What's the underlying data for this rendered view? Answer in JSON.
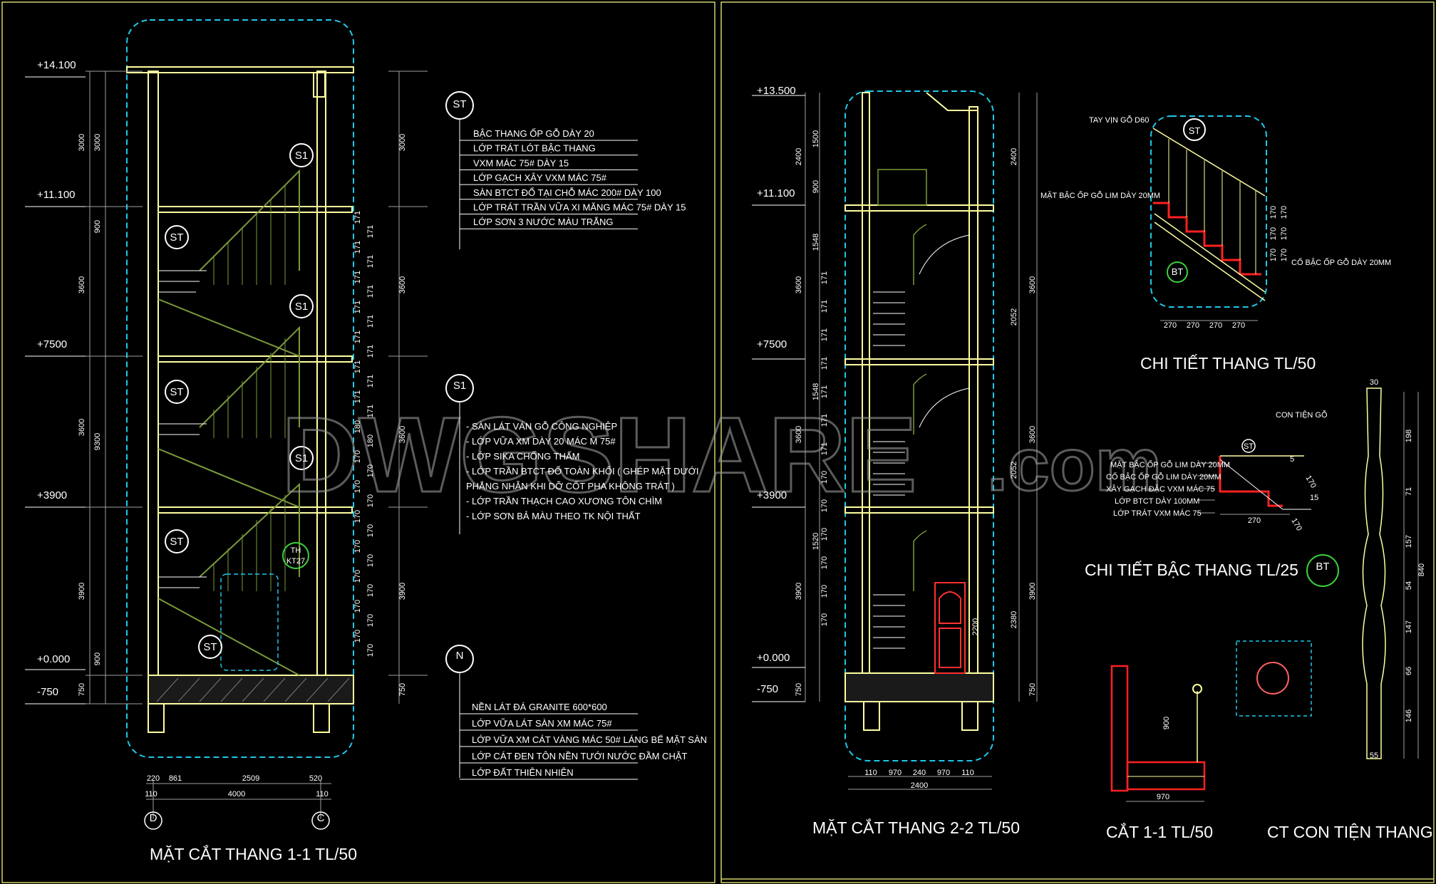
{
  "watermark": {
    "main": "DWGSHARE",
    "suffix": ".com"
  },
  "colors": {
    "background": "#000000",
    "frame": "#cfcf6a",
    "wall": "#ffffa0",
    "railing": "#7a9a3a",
    "cloud": "#20c8e8",
    "dimension": "#a0a0a0",
    "cut": "#ff2020",
    "text": "#ffffff"
  },
  "section1": {
    "title": "MẶT CẮT THANG 1-1 TL/50",
    "levels": [
      "+14.100",
      "+11.100",
      "+7500",
      "+3900",
      "+0.000",
      "-750"
    ],
    "left_dims": [
      "3000",
      "3000",
      "900",
      "3600",
      "3600",
      "9300",
      "3900",
      "900",
      "750"
    ],
    "right_dims": [
      "3000",
      "3600",
      "3600",
      "3900",
      "750"
    ],
    "bottom_dims_top": [
      "220",
      "861",
      "2509",
      "520"
    ],
    "bottom_dims_mid": [
      "110",
      "4000",
      "110"
    ],
    "axes": [
      "D",
      "C"
    ],
    "markers": [
      "ST",
      "S1",
      "ST",
      "S1",
      "ST",
      "S1",
      "ST",
      "N"
    ],
    "th_tag": [
      "TH",
      "KT27"
    ],
    "riser_col1": [
      "171",
      "171",
      "171",
      "171",
      "171",
      "171",
      "171",
      "180",
      "170",
      "170",
      "170",
      "170",
      "170",
      "170",
      "170"
    ],
    "riser_col2": [
      "171",
      "171",
      "171",
      "171",
      "171",
      "171",
      "171",
      "180",
      "170",
      "170",
      "170",
      "170",
      "170",
      "170",
      "170"
    ]
  },
  "notes": {
    "st_label": "ST",
    "st_items": [
      "BẬC THANG ỐP GỖ DÀY 20",
      "LỚP TRÁT LÓT BẬC THANG",
      "VXM MÁC 75# DÀY 15",
      "LỚP GẠCH XÂY VXM MÁC 75#",
      "SÀN BTCT ĐỔ TẠI CHỖ MÁC 200# DÀY 100",
      "LỚP TRÁT TRẦN VỮA XI MĂNG MÁC 75# DÀY 15",
      "LỚP SƠN 3 NƯỚC MÀU TRẮNG"
    ],
    "s1_label": "S1",
    "s1_items": [
      "- SÀN LÁT VÁN GỖ CÔNG NGHIỆP",
      "- LỚP VỮA XM DÀY 20 MÁC M 75#",
      "- LỚP SIKA CHỐNG THẤM",
      "- LỚP TRẦN BTCT ĐỔ TOÀN KHỐI ( GHÉP MẶT DƯỚI",
      "PHẲNG NHẴN KHI DỠ CỐT PHA KHÔNG TRÁT )",
      "- LỚP TRẦN THẠCH CAO XƯƠNG TÔN CHÌM",
      "- LỚP SƠN BẢ MÀU THEO TK NỘI THẤT"
    ],
    "n_label": "N",
    "n_items": [
      "NỀN LÁT ĐÁ GRANITE 600*600",
      "LỚP VỮA LÁT SÀN XM MÁC 75#",
      "LỚP VỮA XM CÁT VÀNG MÁC 50# LÁNG BỂ MẶT SÀN",
      "LỚP CÁT ĐEN TÔN NỀN TƯỚI NƯỚC ĐẦM CHẶT",
      "LỚP ĐẤT THIÊN NHIÊN"
    ]
  },
  "section2": {
    "title": "MẶT CẮT THANG 2-2 TL/50",
    "levels": [
      "+13.500",
      "+11.100",
      "+7500",
      "+3900",
      "+0.000",
      "-750"
    ],
    "left_dims": [
      "2400",
      "1500",
      "900",
      "1548",
      "3600",
      "1548",
      "3600",
      "1520",
      "3900",
      "750"
    ],
    "right_dims": [
      "2400",
      "3600",
      "2052",
      "3600",
      "2052",
      "2380",
      "3900",
      "750"
    ],
    "bottom_dims_top": [
      "110",
      "970",
      "240",
      "970",
      "110"
    ],
    "bottom_dims_mid": [
      "2400"
    ],
    "door_dim": "2200",
    "riser_col": [
      "171",
      "171",
      "171",
      "171",
      "171",
      "171",
      "171",
      "170",
      "170",
      "170",
      "170",
      "170",
      "170"
    ]
  },
  "detail_stair": {
    "title": "CHI TIẾT THANG TL/50",
    "marker": "ST",
    "sub_marker": "BT",
    "label_handrail": "TAY VỊN GỖ D60",
    "label_tread": "MẶT BẬC ỐP GỖ LIM DÀY 20MM",
    "label_riser": "CỔ BẬC ỐP GỖ DÀY 20MM",
    "bottom_dims": [
      "270",
      "270",
      "270",
      "270"
    ],
    "side_dims": [
      "170",
      "170",
      "170",
      "170",
      "170",
      "170"
    ]
  },
  "detail_step": {
    "title": "CHI TIẾT BẬC THANG TL/25",
    "marker": "BT",
    "top_marker": "ST",
    "labels": [
      "MẶT BẬC ỐP GỖ LIM DÀY 20MM",
      "CỔ BẬC ỐP GỖ LIM DÀY 20MM",
      "XÂY GẠCH ĐẶC VXM MÁC 75",
      "LỚP BTCT DÀY 100MM",
      "LỚP TRÁT VXM MÁC 75"
    ],
    "dims": [
      "5",
      "270",
      "15",
      "170",
      "170"
    ]
  },
  "cut_detail": {
    "title": "CẮT 1-1 TL/50",
    "dims": [
      "900",
      "970"
    ]
  },
  "baluster": {
    "title": "CT CON TIỆN THANG",
    "label": "CON TIỆN GỖ",
    "top_dim": "30",
    "bottom_dim": "55",
    "total_dim": "840",
    "dims": [
      "198",
      "71",
      "157",
      "54",
      "147",
      "66",
      "146"
    ]
  }
}
